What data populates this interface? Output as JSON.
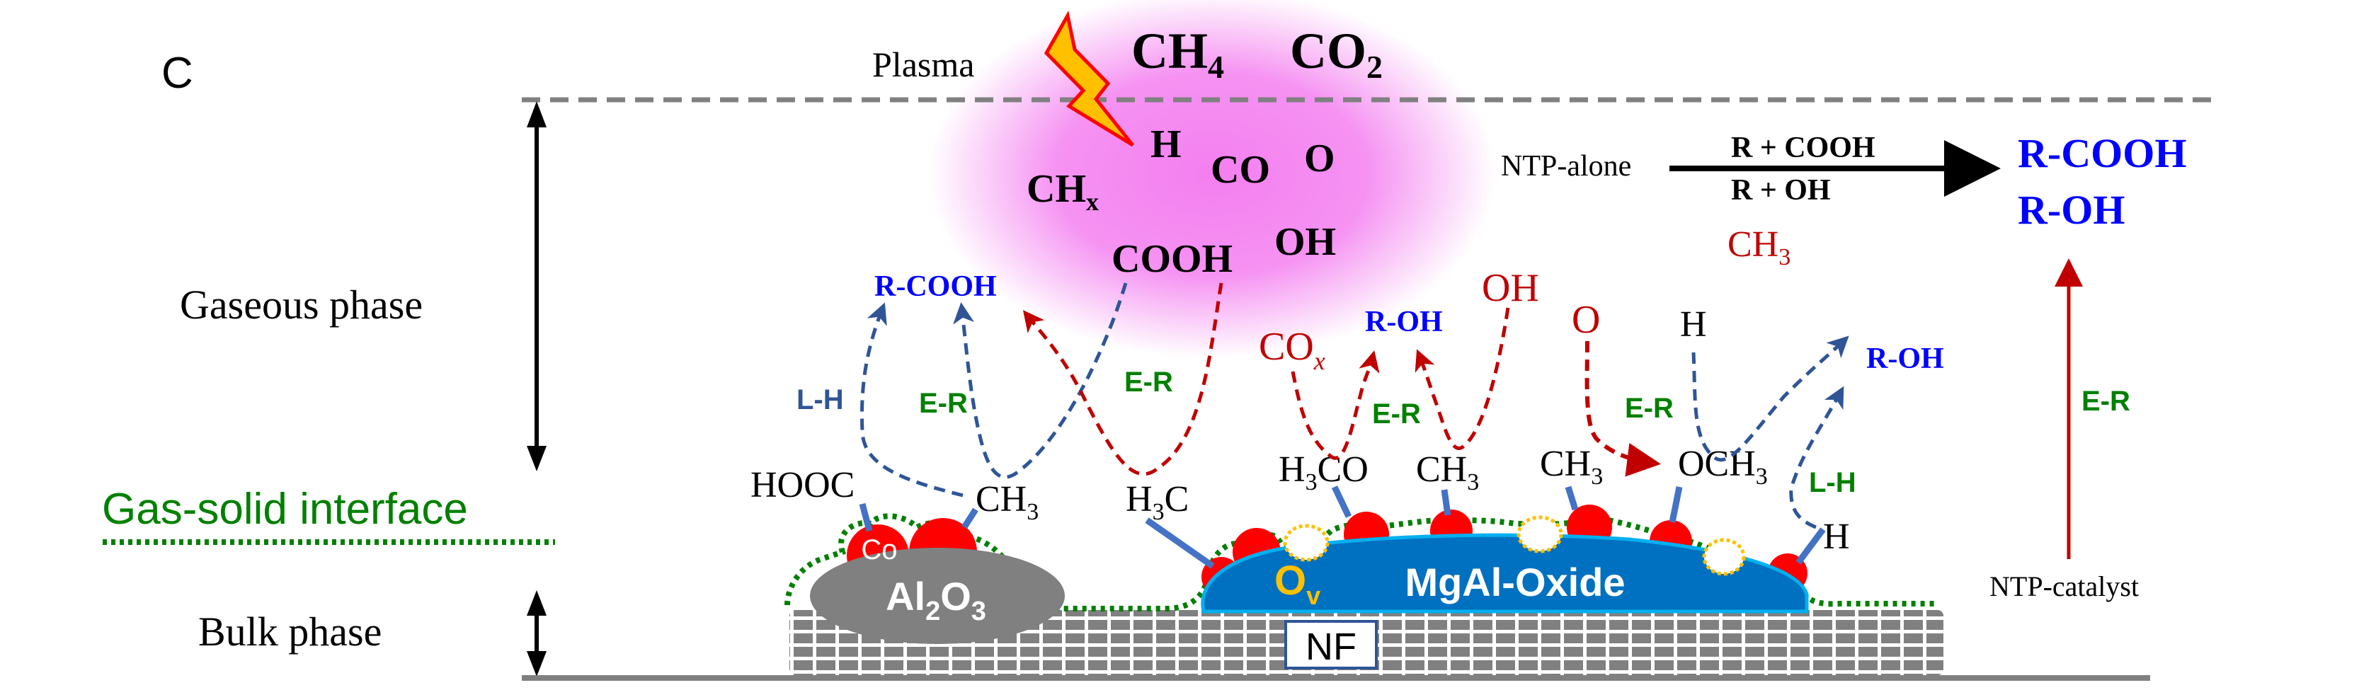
{
  "panel_label": "C",
  "plasma": {
    "label": "Plasma",
    "feed_gases": [
      {
        "main": "CH",
        "sub": "4"
      },
      {
        "main": "CO",
        "sub": "2"
      }
    ],
    "species": {
      "h": "H",
      "co": "CO",
      "o": "O",
      "chx_main": "CH",
      "chx_sub": "x",
      "cooh": "COOH",
      "oh": "OH"
    }
  },
  "phases": {
    "gaseous": "Gaseous phase",
    "interface": "Gas-solid interface",
    "bulk": "Bulk phase"
  },
  "ntp_alone": {
    "label": "NTP-alone",
    "reaction_top": "R + COOH",
    "reaction_bottom": "R + OH",
    "product_1": "R-COOH",
    "product_2": "R-OH",
    "radical_main": "CH",
    "radical_sub": "3"
  },
  "ntp_catalyst": {
    "label": "NTP-catalyst",
    "mechanism": "E-R"
  },
  "left_catalyst": {
    "products": {
      "rcooh": "R-COOH"
    },
    "mechanisms": {
      "lh": "L-H",
      "er1": "E-R",
      "er2": "E-R"
    },
    "adsorbates": {
      "hooc": "HOOC",
      "ch3_main": "CH",
      "ch3_sub": "3",
      "h3c_pre": "H",
      "h3c_sub": "3",
      "h3c_post": "C"
    },
    "metal": "Co",
    "support_main": "Al",
    "support_sub1": "2",
    "support_mid": "O",
    "support_sub2": "3"
  },
  "right_catalyst": {
    "gas_species": {
      "cox_main": "CO",
      "cox_sub": "x",
      "oh": "OH",
      "o": "O",
      "h": "H"
    },
    "products": {
      "roh1": "R-OH",
      "roh2": "R-OH"
    },
    "mechanisms": {
      "er1": "E-R",
      "er2": "E-R",
      "lh": "L-H"
    },
    "adsorbates": {
      "h3co_pre": "H",
      "h3co_sub": "3",
      "h3co_post": "CO",
      "ch3a_main": "CH",
      "ch3a_sub": "3",
      "ch3b_main": "CH",
      "ch3b_sub": "3",
      "och3_main": "OCH",
      "och3_sub": "3",
      "h": "H"
    },
    "vacancy_main": "O",
    "vacancy_sub": "v",
    "support": "MgAl-Oxide"
  },
  "substrate": "NF",
  "colors": {
    "plasma_glow": "#f47ff0",
    "lightning_fill": "#ffc000",
    "lightning_stroke": "#ff0000",
    "dashed_boundary": "#808080",
    "product_blue": "#0000ff",
    "radical_red": "#c00000",
    "mechanism_green": "#008000",
    "path_blue": "#2f5597",
    "path_red": "#c00000",
    "metal_red": "#ff0000",
    "al2o3_gray": "#808080",
    "mgal_blue": "#0070c0",
    "vacancy_gold": "#ffc000",
    "bond_blue": "#4472c4",
    "interface_green": "#008000",
    "brick_gray": "#808080"
  }
}
